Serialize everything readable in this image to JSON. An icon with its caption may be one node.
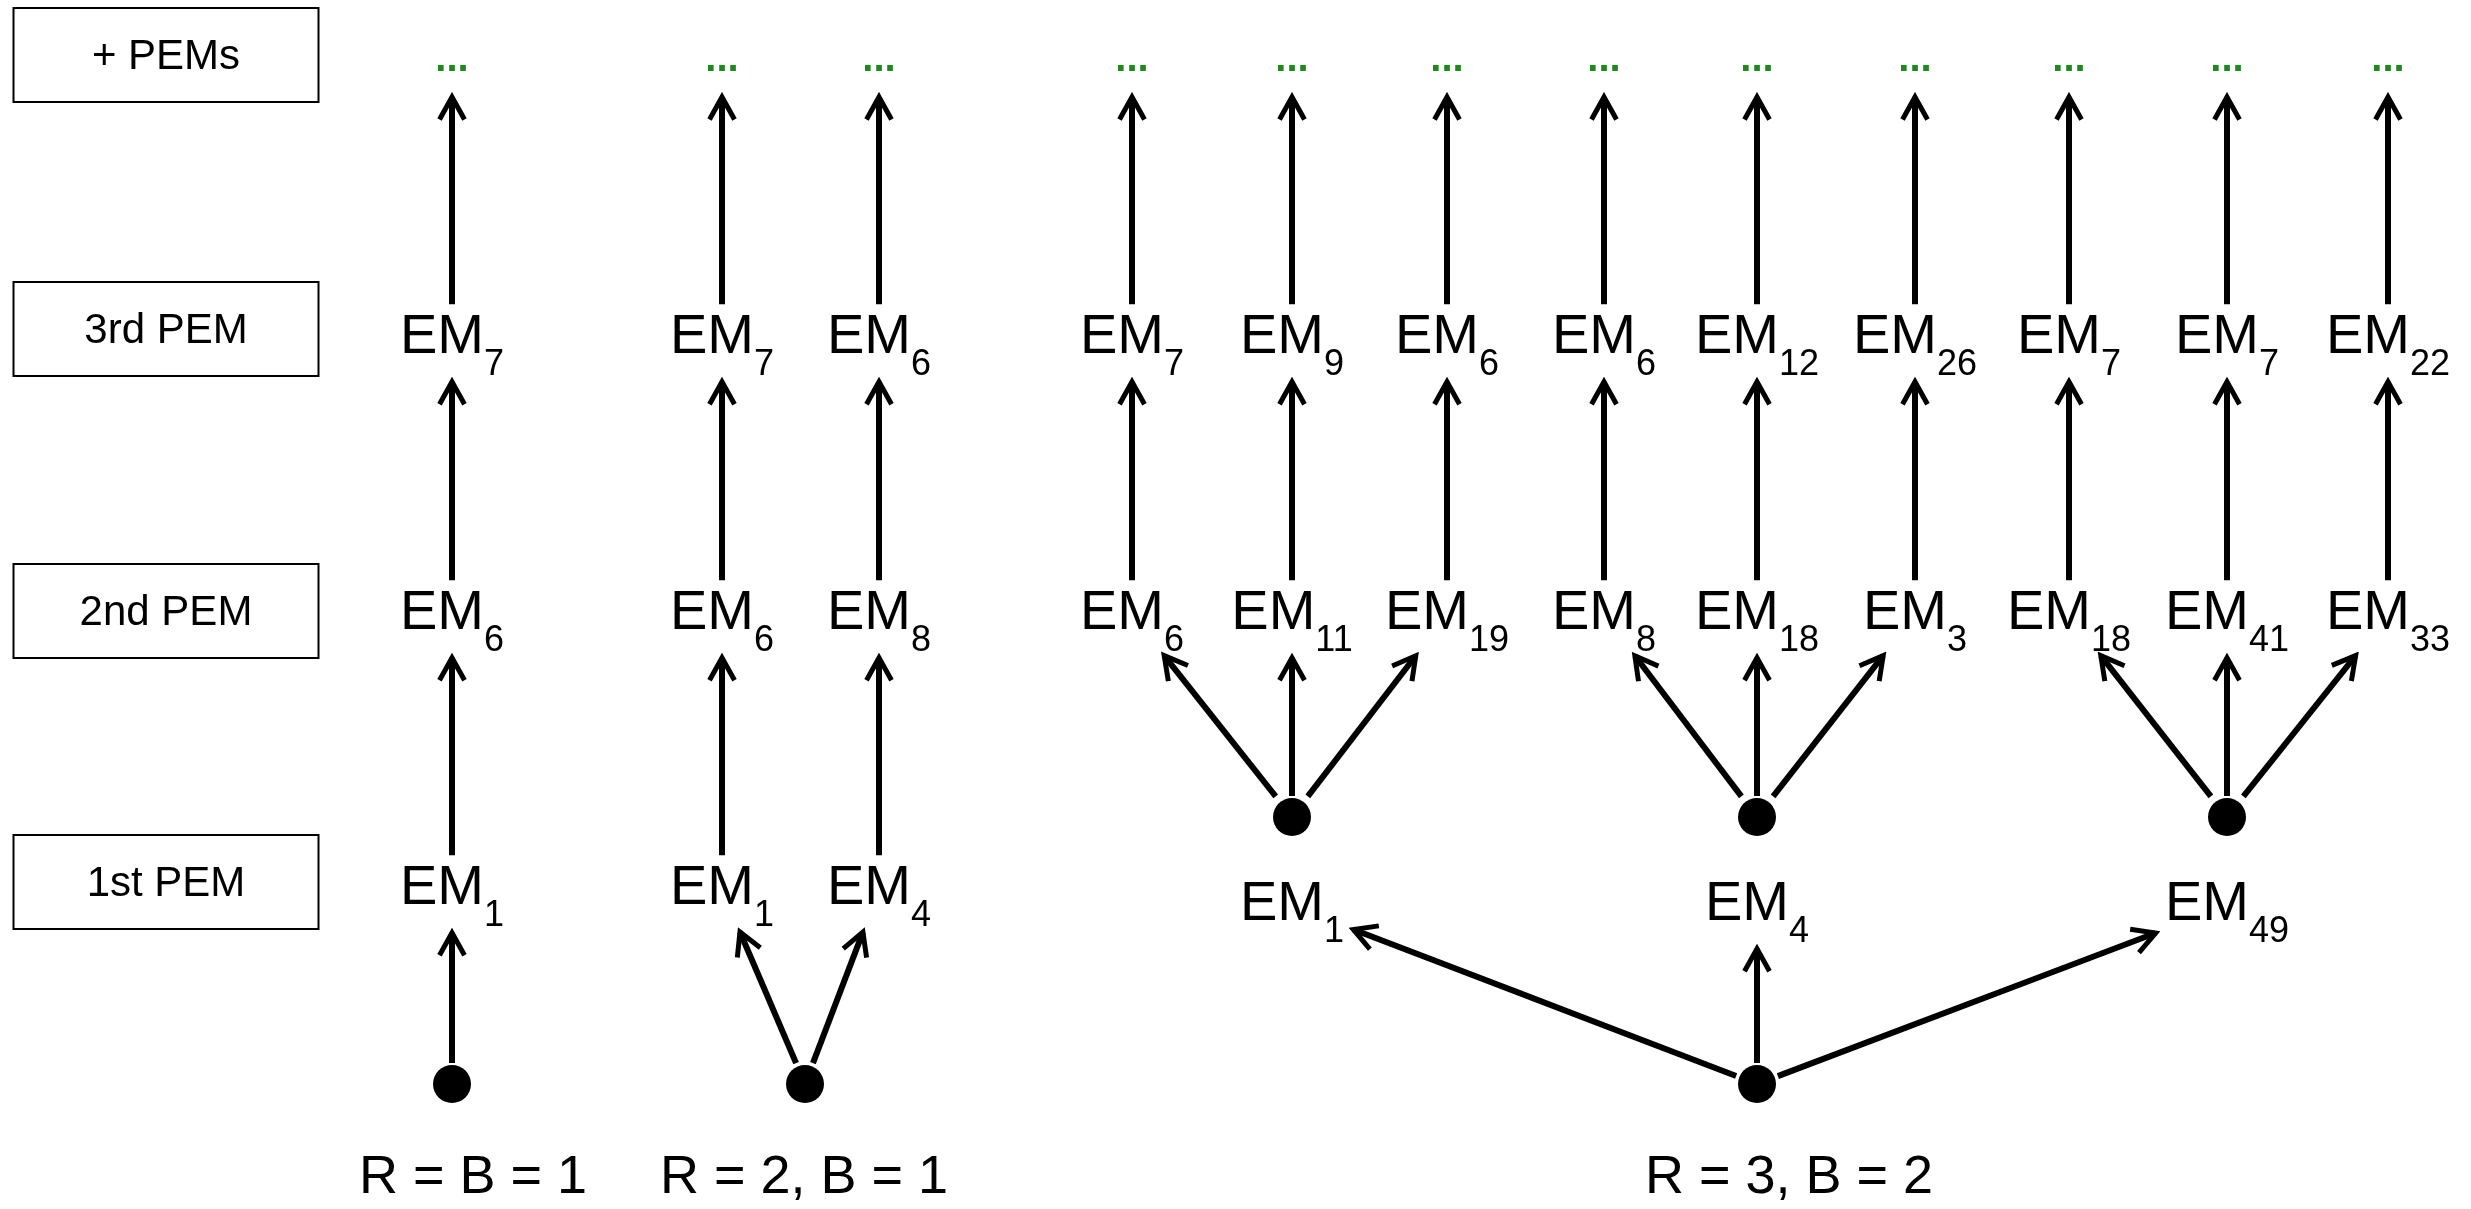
{
  "diagram": {
    "nodes": [
      {
        "text": [
          "+ PEMs"
        ]
      },
      {
        "text": [
          "3rd PEM"
        ]
      },
      {
        "text": [
          "2nd PEM"
        ]
      },
      {
        "text": [
          "1st PEM"
        ]
      },
      {
        "text": [
          "..."
        ]
      },
      {
        "text": [
          "..."
        ]
      },
      {
        "text": [
          "..."
        ]
      },
      {
        "text": [
          "..."
        ]
      },
      {
        "text": [
          "..."
        ]
      },
      {
        "text": [
          "..."
        ]
      },
      {
        "text": [
          "..."
        ]
      },
      {
        "text": [
          "..."
        ]
      },
      {
        "text": [
          "..."
        ]
      },
      {
        "text": [
          "..."
        ]
      },
      {
        "text": [
          "..."
        ]
      },
      {
        "text": [
          "..."
        ]
      },
      {
        "text": [
          "EM$_{7}$"
        ]
      },
      {
        "text": [
          "EM$_{7}$"
        ]
      },
      {
        "text": [
          "EM$_{6}$"
        ]
      },
      {
        "text": [
          "EM$_{7}$"
        ]
      },
      {
        "text": [
          "EM$_{9}$"
        ]
      },
      {
        "text": [
          "EM$_{6}$"
        ]
      },
      {
        "text": [
          "EM$_{6}$"
        ]
      },
      {
        "text": [
          "EM$_{12}$"
        ]
      },
      {
        "text": [
          "EM$_{26}$"
        ]
      },
      {
        "text": [
          "EM$_{7}$"
        ]
      },
      {
        "text": [
          "EM$_{7}$"
        ]
      },
      {
        "text": [
          "EM$_{22}$"
        ]
      },
      {
        "text": [
          "EM$_{6}$"
        ]
      },
      {
        "text": [
          "EM$_{6}$"
        ]
      },
      {
        "text": [
          "EM$_{8}$"
        ]
      },
      {
        "text": [
          "EM$_{6}$"
        ]
      },
      {
        "text": [
          "EM$_{11}$"
        ]
      },
      {
        "text": [
          "EM$_{19}$"
        ]
      },
      {
        "text": [
          "EM$_{8}$"
        ]
      },
      {
        "text": [
          "EM$_{18}$"
        ]
      },
      {
        "text": [
          "EM$_{3}$"
        ]
      },
      {
        "text": [
          "EM$_{18}$"
        ]
      },
      {
        "text": [
          "EM$_{41}$"
        ]
      },
      {
        "text": [
          "EM$_{33}$"
        ]
      },
      {
        "text": [],
        "shape": "circle"
      },
      {
        "text": [],
        "shape": "circle"
      },
      {
        "text": [],
        "shape": "circle"
      },
      {
        "text": [
          "EM$_{1}$"
        ]
      },
      {
        "text": [
          "EM$_{1}$"
        ]
      },
      {
        "text": [
          "EM$_{4}$"
        ]
      },
      {
        "text": [
          "EM$_{1}$"
        ]
      },
      {
        "text": [
          "EM$_{4}$"
        ]
      },
      {
        "text": [
          "EM$_{49}$"
        ]
      },
      {
        "text": [],
        "shape": "circle"
      },
      {
        "text": [],
        "shape": "circle"
      },
      {
        "text": [],
        "shape": "circle"
      }
    ],
    "edges": [
      {
        "from": 16,
        "to": 4,
        "arrow": "to"
      },
      {
        "from": 17,
        "to": 5,
        "arrow": "to"
      },
      {
        "from": 18,
        "to": 6,
        "arrow": "to"
      },
      {
        "from": 19,
        "to": 7,
        "arrow": "to"
      },
      {
        "from": 20,
        "to": 8,
        "arrow": "to"
      },
      {
        "from": 21,
        "to": 9,
        "arrow": "to"
      },
      {
        "from": 22,
        "to": 10,
        "arrow": "to"
      },
      {
        "from": 23,
        "to": 11,
        "arrow": "to"
      },
      {
        "from": 24,
        "to": 12,
        "arrow": "to"
      },
      {
        "from": 25,
        "to": 13,
        "arrow": "to"
      },
      {
        "from": 26,
        "to": 14,
        "arrow": "to"
      },
      {
        "from": 27,
        "to": 15,
        "arrow": "to"
      },
      {
        "from": 28,
        "to": 16,
        "arrow": "to"
      },
      {
        "from": 29,
        "to": 17,
        "arrow": "to"
      },
      {
        "from": 30,
        "to": 18,
        "arrow": "to"
      },
      {
        "from": 31,
        "to": 19,
        "arrow": "to"
      },
      {
        "from": 32,
        "to": 20,
        "arrow": "to"
      },
      {
        "from": 33,
        "to": 21,
        "arrow": "to"
      },
      {
        "from": 34,
        "to": 22,
        "arrow": "to"
      },
      {
        "from": 35,
        "to": 23,
        "arrow": "to"
      },
      {
        "from": 36,
        "to": 24,
        "arrow": "to"
      },
      {
        "from": 37,
        "to": 25,
        "arrow": "to"
      },
      {
        "from": 38,
        "to": 26,
        "arrow": "to"
      },
      {
        "from": 39,
        "to": 27,
        "arrow": "to"
      },
      {
        "from": 43,
        "to": 28,
        "arrow": "to"
      },
      {
        "from": 44,
        "to": 29,
        "arrow": "to"
      },
      {
        "from": 45,
        "to": 30,
        "arrow": "to"
      },
      {
        "from": 40,
        "to": 31,
        "arrow": "to"
      },
      {
        "from": 40,
        "to": 32,
        "arrow": "to"
      },
      {
        "from": 40,
        "to": 33,
        "arrow": "to"
      },
      {
        "from": 41,
        "to": 34,
        "arrow": "to"
      },
      {
        "from": 41,
        "to": 35,
        "arrow": "to"
      },
      {
        "from": 41,
        "to": 36,
        "arrow": "to"
      },
      {
        "from": 42,
        "to": 37,
        "arrow": "to"
      },
      {
        "from": 42,
        "to": 38,
        "arrow": "to"
      },
      {
        "from": 42,
        "to": 39,
        "arrow": "to"
      },
      {
        "from": 49,
        "to": 43,
        "arrow": "to"
      },
      {
        "from": 50,
        "to": 44,
        "arrow": "to"
      },
      {
        "from": 50,
        "to": 45,
        "arrow": "to"
      },
      {
        "from": 51,
        "to": 46,
        "arrow": "to"
      },
      {
        "from": 51,
        "to": 47,
        "arrow": "to"
      },
      {
        "from": 51,
        "to": 48,
        "arrow": "to"
      }
    ],
    "labels": [
      "R = B = 1",
      "R = 2, B = 1",
      "R = 3, B = 2"
    ]
  }
}
